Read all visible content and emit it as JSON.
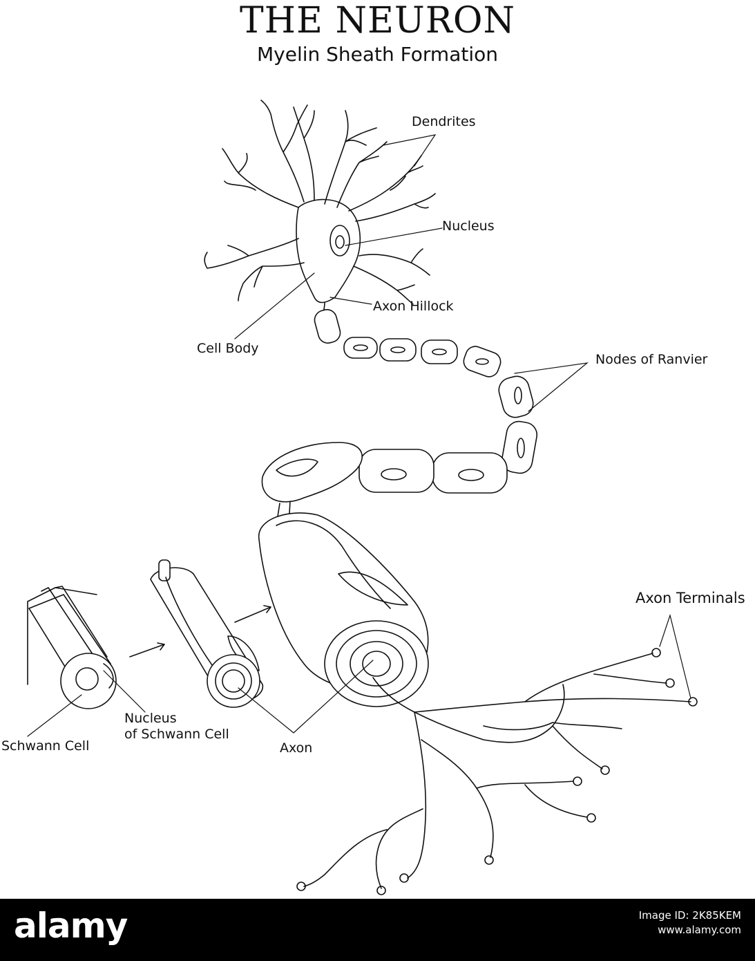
{
  "title": "THE NEURON",
  "subtitle": "Myelin Sheath Formation",
  "labels": {
    "dendrites": "Dendrites",
    "nucleus": "Nucleus",
    "axon_hillock": "Axon Hillock",
    "cell_body": "Cell Body",
    "nodes_of_ranvier": "Nodes of Ranvier",
    "axon_terminals": "Axon Terminals",
    "schwann_cell": "Schwann Cell",
    "nucleus_of_schwann_cell_line1": "Nucleus",
    "nucleus_of_schwann_cell_line2": "of Schwann Cell",
    "axon": "Axon"
  },
  "footer": {
    "brand": "alamy",
    "image_id_label": "Image ID: 2K85KEM",
    "url": "www.alamy.com"
  },
  "colors": {
    "line": "#111111",
    "background": "#ffffff",
    "footer_bg": "#000000",
    "footer_text": "#ffffff"
  }
}
